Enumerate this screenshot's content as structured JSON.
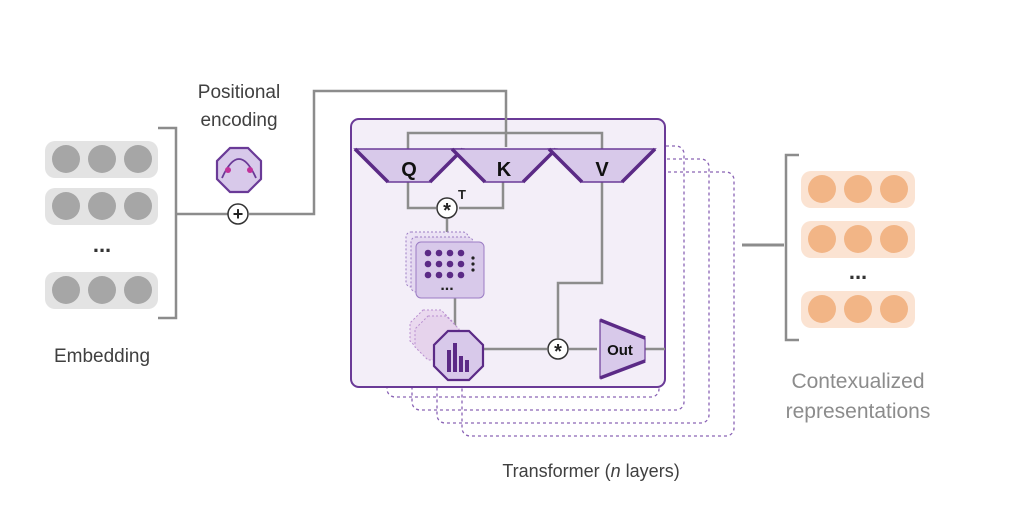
{
  "embedding": {
    "label": "Embedding",
    "dots": "..."
  },
  "positional": {
    "line1": "Positional",
    "line2": "encoding",
    "plus": "+"
  },
  "transformer": {
    "q": "Q",
    "k": "K",
    "v": "V",
    "mul_symbol": "*",
    "transpose_symbol": "T",
    "matrix_dots": "...",
    "out": "Out",
    "caption_prefix": "Transformer (",
    "caption_italic": "n",
    "caption_suffix": " layers)"
  },
  "output": {
    "line1": "Contexualized",
    "line2": "representations",
    "dots": "..."
  },
  "colors": {
    "purple_dark": "#5b2a86",
    "purple_mid": "#7b4aa8",
    "purple_fill": "#d8c9ea",
    "purple_bg": "#f3eef8",
    "gray_circle": "#a6a6a6",
    "gray_bar": "#e3e3e3",
    "orange_circle": "#f2b586",
    "orange_bar": "#fbe3d2",
    "line_gray": "#7f7f7f"
  }
}
